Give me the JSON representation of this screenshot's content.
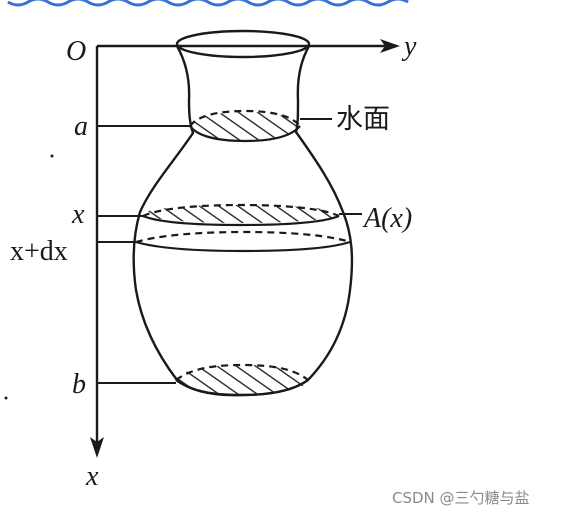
{
  "labels": {
    "origin": "O",
    "y_axis": "y",
    "x_axis": "x",
    "level_a": "a",
    "level_x": "x",
    "level_x_dx": "x+dx",
    "level_b": "b",
    "water_surface": "水面",
    "area": "A(x)"
  },
  "watermark": "CSDN @三勺糖与盐",
  "colors": {
    "ink": "#1a1a1a",
    "watermark": "#8a8a8a",
    "top_decoration": "#3b6fd8"
  }
}
